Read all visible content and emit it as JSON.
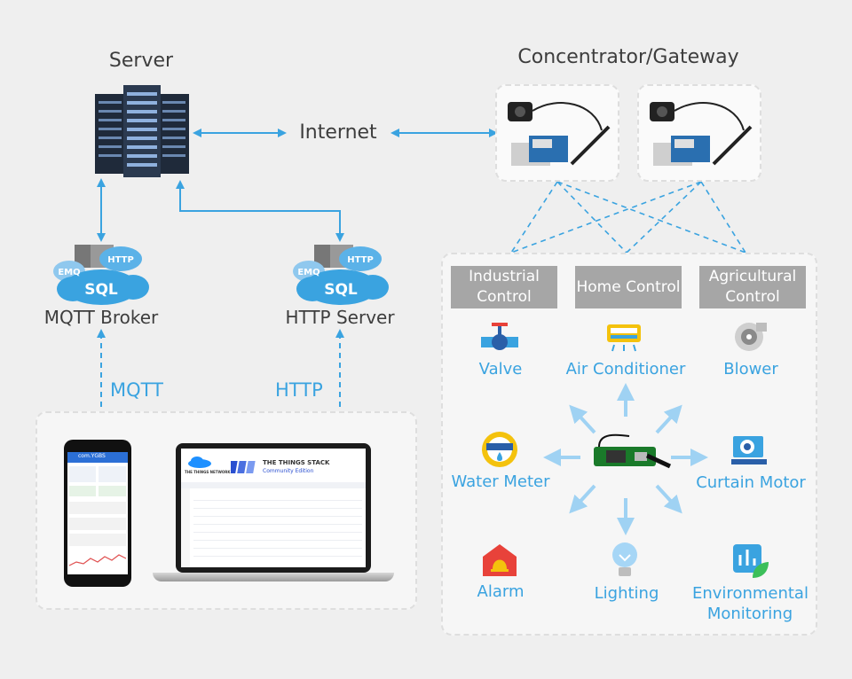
{
  "labels": {
    "server": "Server",
    "internet": "Internet",
    "gateway": "Concentrator/Gateway",
    "mqtt_broker": "MQTT Broker",
    "http_server": "HTTP Server",
    "mqtt": "MQTT",
    "http": "HTTP"
  },
  "cloud_icon": {
    "emq": "EMQ",
    "http": "HTTP",
    "sql": "SQL"
  },
  "categories": [
    {
      "id": "industrial",
      "label": "Industrial Control"
    },
    {
      "id": "home",
      "label": "Home Control"
    },
    {
      "id": "agricultural",
      "label": "Agricultural Control"
    }
  ],
  "devices": {
    "valve": "Valve",
    "air_conditioner": "Air Conditioner",
    "blower": "Blower",
    "water_meter": "Water Meter",
    "curtain_motor": "Curtain Motor",
    "alarm": "Alarm",
    "lighting": "Lighting",
    "environmental_monitoring": "Environmental Monitoring"
  },
  "laptop": {
    "brand_left": "THE THINGS NETWORK",
    "brand_title": "THE THINGS STACK",
    "brand_sub": "Community Edition"
  },
  "phone": {
    "app_title": "com.YGBS"
  },
  "colors": {
    "accent": "#3aa3e0",
    "text": "#3d3d3d",
    "tag_bg": "#a6a6a6",
    "background": "#efefef"
  }
}
